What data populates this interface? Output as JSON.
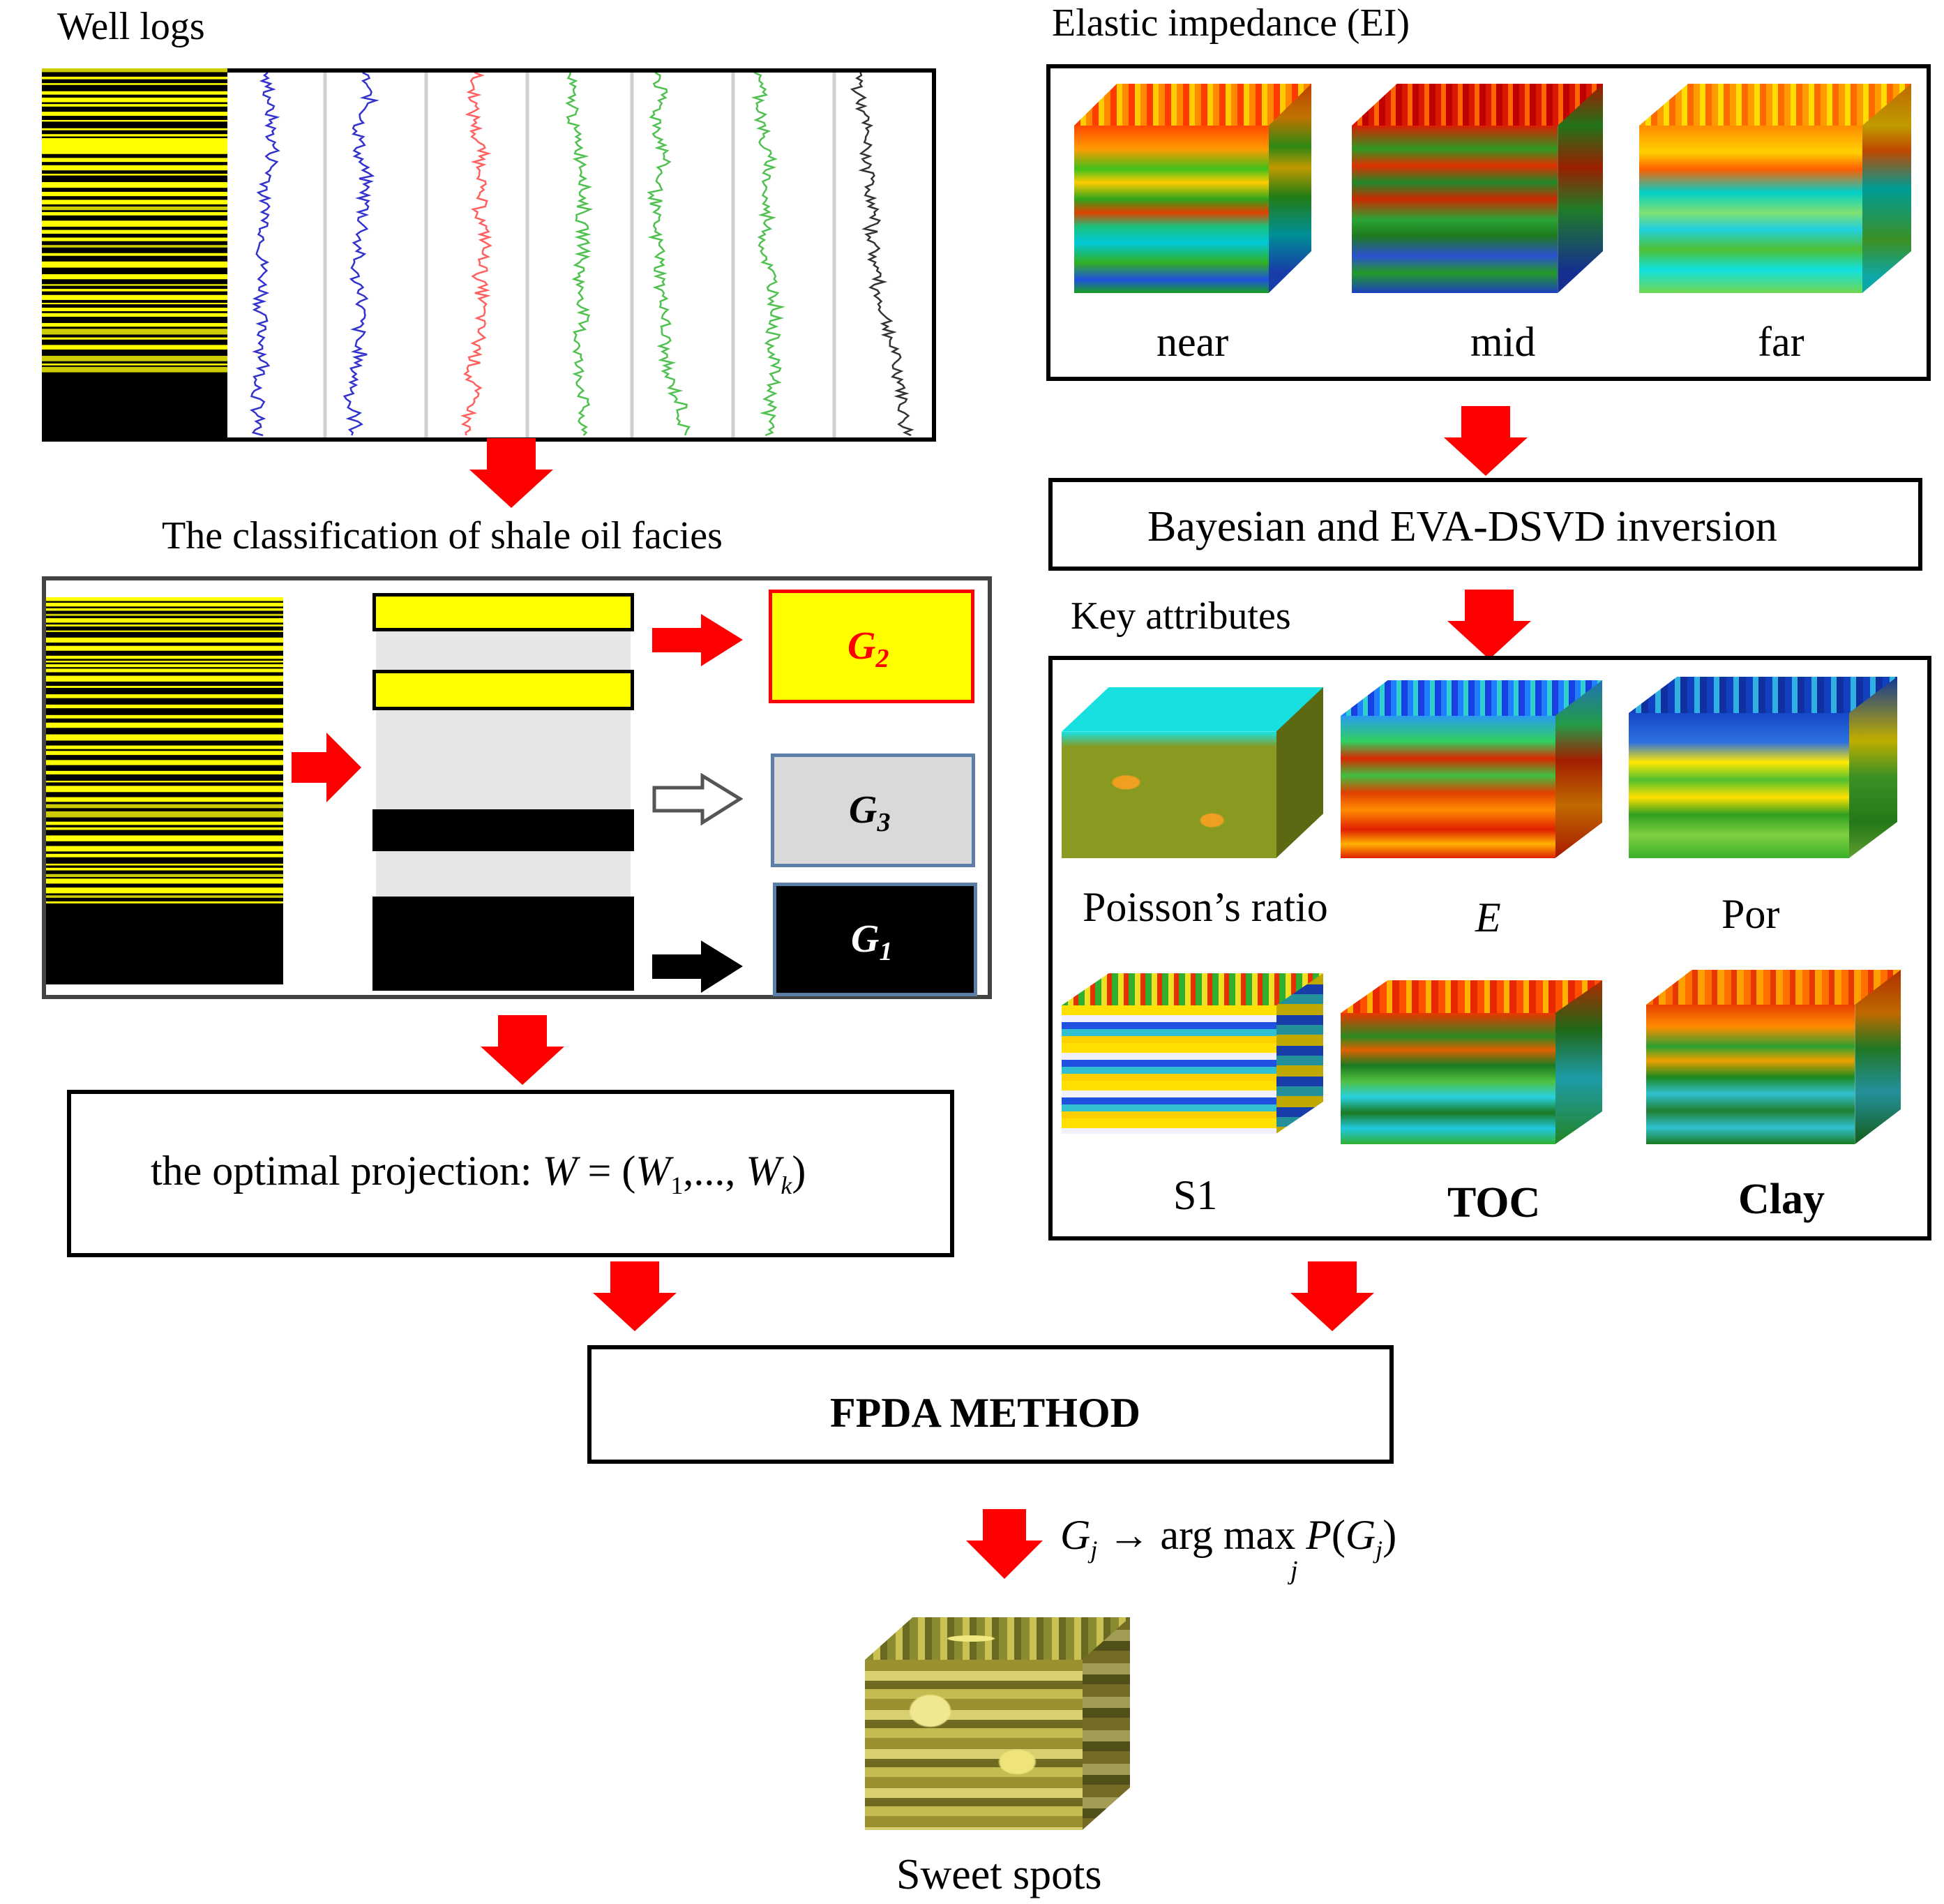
{
  "well_logs": {
    "title": "Well logs"
  },
  "classification": {
    "title": "The classification of shale oil facies",
    "groups": [
      {
        "letter": "G",
        "sub": "2",
        "fill": "#ffff00",
        "text_color": "#ff0000",
        "border": "#ff0000"
      },
      {
        "letter": "G",
        "sub": "3",
        "fill": "#d9d9d9",
        "text_color": "#000000",
        "border": "#5b7fa6"
      },
      {
        "letter": "G",
        "sub": "1",
        "fill": "#000000",
        "text_color": "#ffffff",
        "border": "#5b7fa6"
      }
    ]
  },
  "projection": {
    "prefix": "the optimal projection: ",
    "W": "W",
    "eq": " = (",
    "W1": "W",
    "s1": "1",
    "mid": ",..., ",
    "Wk": "W",
    "sk": "k",
    "close": ")"
  },
  "ei": {
    "title": "Elastic impedance (EI)",
    "cubes": [
      "near",
      "mid",
      "far"
    ]
  },
  "inversion": {
    "label": "Bayesian and EVA-DSVD inversion"
  },
  "key_attributes": {
    "title": "Key attributes",
    "cubes": [
      "Poisson’s ratio",
      "E",
      "Por",
      "S1",
      "TOC",
      "Clay"
    ]
  },
  "fpda": {
    "label": "FPDA METHOD"
  },
  "formula": {
    "g": "G",
    "j1": "j",
    "arrow": " → arg max ",
    "p": "P",
    "open": "(",
    "g2": "G",
    "j2": "j",
    "close": ")",
    "under": "j"
  },
  "result": {
    "label": "Sweet spots"
  },
  "colors": {
    "arrow": "#ff0000",
    "yellow": "#ffff00",
    "grey": "#d9d9d9"
  }
}
